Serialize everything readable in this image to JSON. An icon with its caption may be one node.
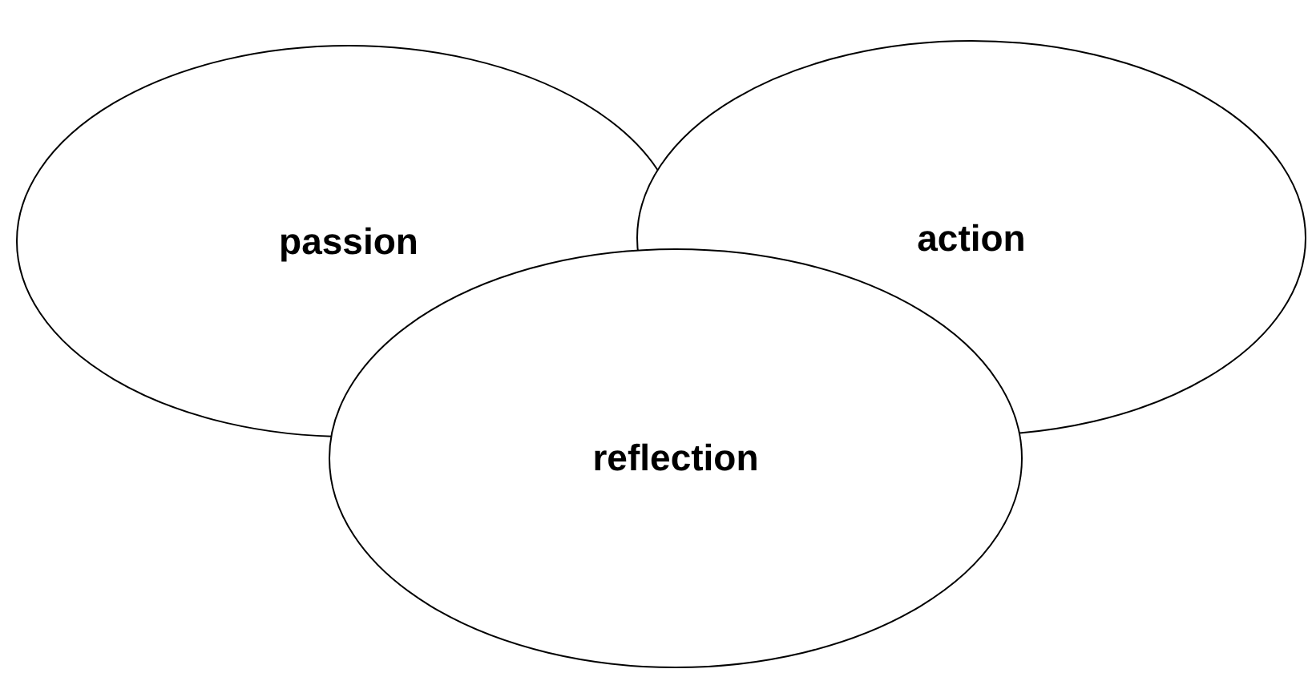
{
  "diagram": {
    "nodes": [
      {
        "text": [
          "passion"
        ]
      },
      {
        "text": [
          "action"
        ]
      },
      {
        "text": [
          "reflection"
        ]
      }
    ]
  }
}
